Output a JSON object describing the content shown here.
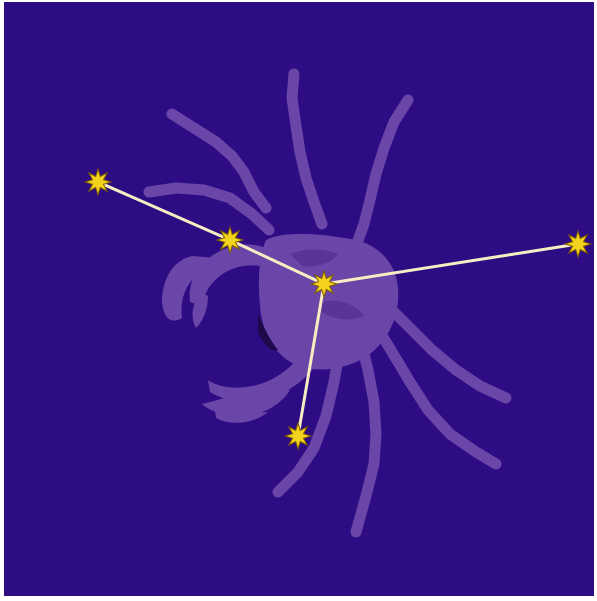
{
  "scene": {
    "subject": "crab-constellation",
    "colors": {
      "sky": "#2d0c84",
      "crab_fill": "#6a46a8",
      "crab_shade": "#5a3598",
      "crab_dark": "#1e0a4a",
      "line": "#f7edc2",
      "star": "#f2d21c",
      "star_outline": "#7a5a00"
    },
    "stars": [
      {
        "name": "star-west"
      },
      {
        "name": "star-inner"
      },
      {
        "name": "star-center"
      },
      {
        "name": "star-east"
      },
      {
        "name": "star-south"
      }
    ],
    "lines": [
      {
        "from": 0,
        "to": 1
      },
      {
        "from": 1,
        "to": 2
      },
      {
        "from": 2,
        "to": 3
      },
      {
        "from": 2,
        "to": 4
      }
    ]
  }
}
